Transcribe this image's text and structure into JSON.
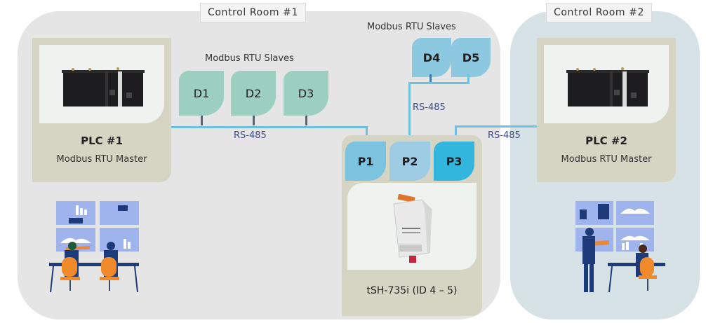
{
  "rooms": [
    {
      "title": "Control Room #1"
    },
    {
      "title": "Control Room #2"
    }
  ],
  "plcs": [
    {
      "name": "PLC #1",
      "role": "Modbus RTU Master"
    },
    {
      "name": "PLC #2",
      "role": "Modbus RTU Master"
    }
  ],
  "slave_groups": [
    {
      "label": "Modbus RTU Slaves",
      "devices": [
        "D1",
        "D2",
        "D3"
      ]
    },
    {
      "label": "Modbus RTU Slaves",
      "devices": [
        "D4",
        "D5"
      ]
    }
  ],
  "buses": [
    {
      "label": "RS-485"
    },
    {
      "label": "RS-485"
    },
    {
      "label": "RS-485"
    }
  ],
  "gateway": {
    "name": "tSH-735i (ID 4 – 5)",
    "ports": [
      "P1",
      "P2",
      "P3"
    ]
  },
  "colors": {
    "room1_bg": "#e6e5e6",
    "room2_bg": "#d6e2e5",
    "card_bg": "#d6d5c4",
    "slave_green": "#9ccfc0",
    "slave_blue": "#8dc8e1",
    "port_p1": "#7cc3e0",
    "port_p2": "#9ccbe3",
    "port_p3": "#32b6de",
    "bus_line": "#6ec0de"
  }
}
